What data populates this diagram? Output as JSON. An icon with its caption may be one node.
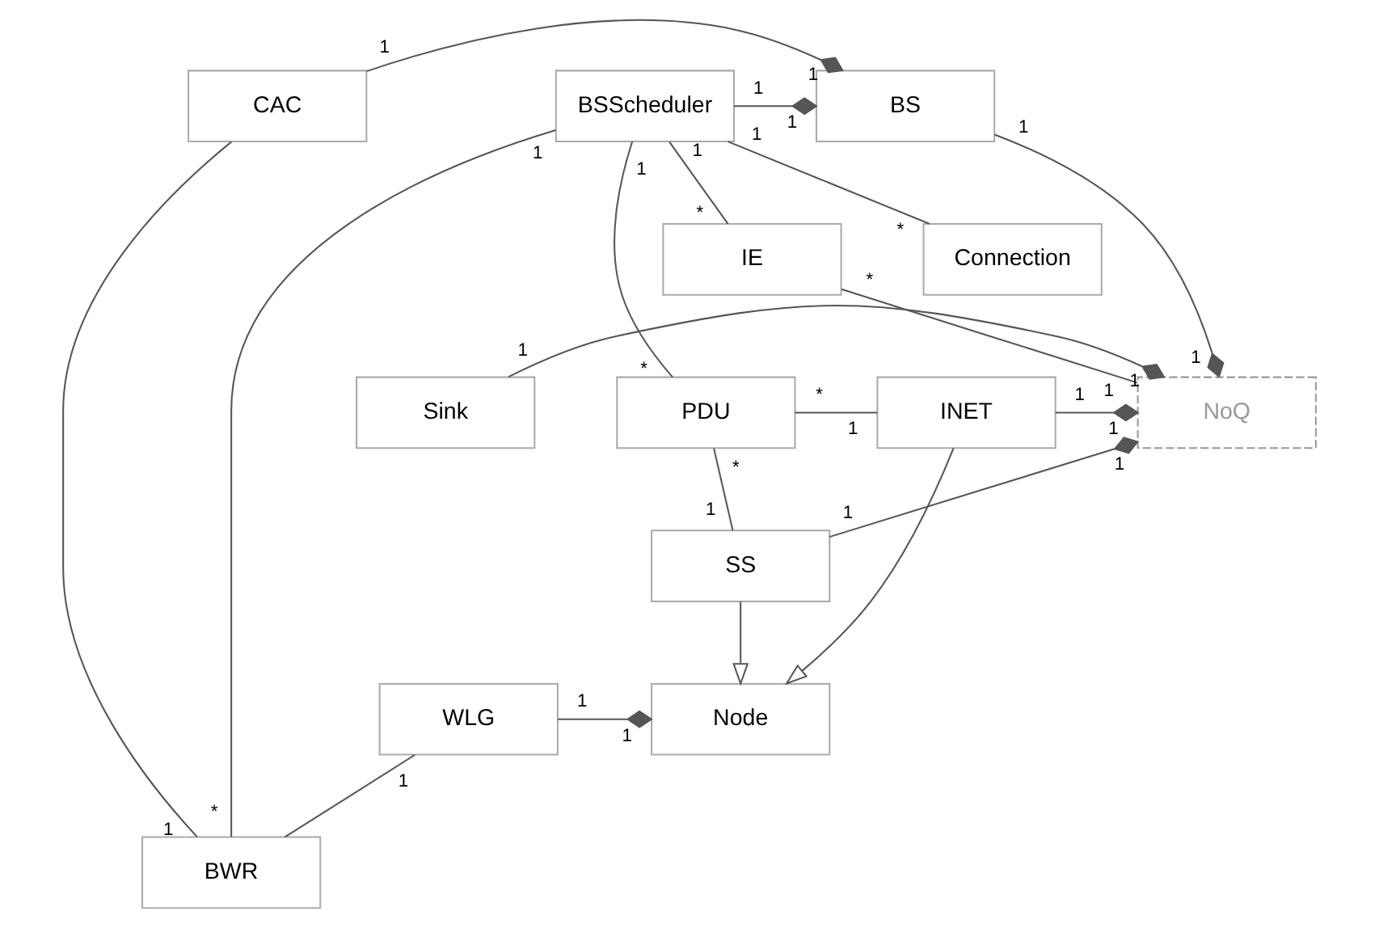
{
  "diagram": {
    "nodes": [
      {
        "text": [
          "BWR"
        ]
      },
      {
        "text": [
          "BSScheduler"
        ]
      },
      {
        "text": [
          "BS"
        ]
      },
      {
        "text": [
          "CAC"
        ]
      },
      {
        "text": [
          "Connection"
        ]
      },
      {
        "text": [
          "IE"
        ]
      },
      {
        "text": [
          "PDU"
        ]
      },
      {
        "text": [
          "INET"
        ]
      },
      {
        "text": [
          "NoQ"
        ]
      },
      {
        "text": [
          "Sink"
        ]
      },
      {
        "text": [
          "Node"
        ]
      },
      {
        "text": [
          "WLG"
        ]
      },
      {
        "text": [
          "SS"
        ]
      }
    ],
    "edges": [
      {
        "from": 1,
        "to": 0,
        "arrow": "none"
      },
      {
        "from": 3,
        "to": 0,
        "arrow": "none"
      },
      {
        "from": 1,
        "to": 2,
        "arrow": "other"
      },
      {
        "from": 3,
        "to": 2,
        "arrow": "other"
      },
      {
        "from": 1,
        "to": 6,
        "arrow": "none"
      },
      {
        "from": 1,
        "to": 4,
        "arrow": "none"
      },
      {
        "from": 1,
        "to": 5,
        "arrow": "none"
      },
      {
        "from": 5,
        "to": 8,
        "arrow": "none"
      },
      {
        "from": 2,
        "to": 8,
        "arrow": "other"
      },
      {
        "from": 6,
        "to": 7,
        "arrow": "none"
      },
      {
        "from": 7,
        "to": 8,
        "arrow": "other"
      },
      {
        "from": 9,
        "to": 8,
        "arrow": "other"
      },
      {
        "from": 7,
        "to": 10,
        "arrow": "to"
      },
      {
        "from": 12,
        "to": 10,
        "arrow": "to"
      },
      {
        "from": 11,
        "to": 10,
        "arrow": "other"
      },
      {
        "from": 11,
        "to": 0,
        "arrow": "none"
      },
      {
        "from": 12,
        "to": 8,
        "arrow": "other"
      },
      {
        "from": 6,
        "to": 12,
        "arrow": "none"
      }
    ],
    "labels": [
      "*",
      "1",
      "1",
      "1",
      "1",
      "1",
      "1",
      "1",
      "1",
      "1",
      "1",
      "*",
      "*",
      "*",
      "1",
      "*",
      "1",
      "1",
      "1",
      "*",
      "1",
      "1",
      "1",
      "1",
      "*",
      "1",
      "1",
      "1",
      "1",
      "1"
    ]
  }
}
